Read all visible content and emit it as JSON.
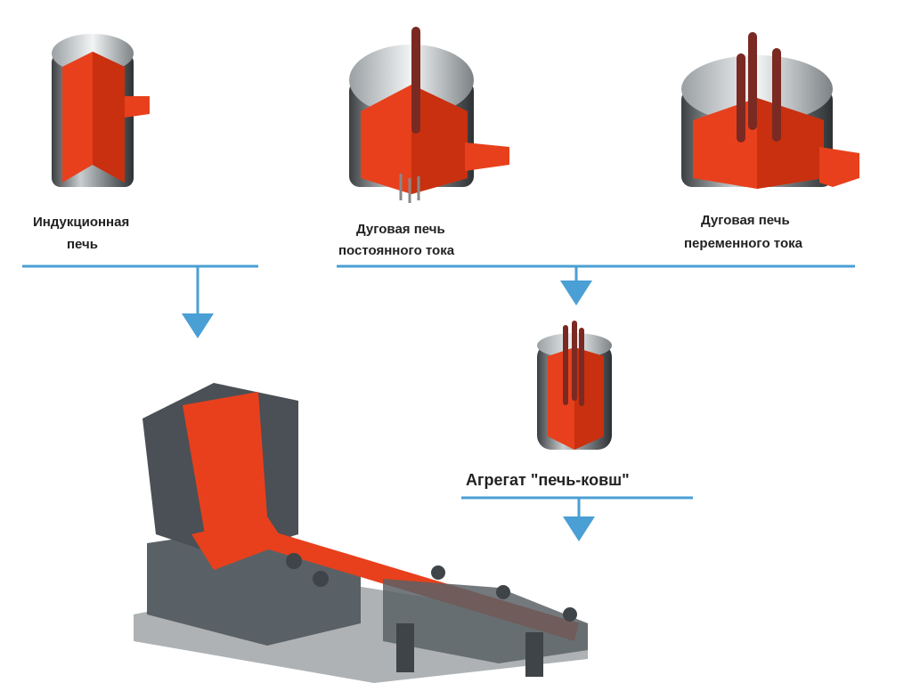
{
  "labels": {
    "induction_line1": "Индукционная",
    "induction_line2": "печь",
    "dc_line1": "Дуговая печь",
    "dc_line2": "постоянного тока",
    "ac_line1": "Дуговая печь",
    "ac_line2": "переменного тока",
    "ladle": "Агрегат \"печь-ковш\""
  },
  "colors": {
    "arrow_blue": "#4a9fd4",
    "molten_metal": "#e8401c",
    "steel": "#7d8487",
    "caster_body": "#5a6166"
  }
}
